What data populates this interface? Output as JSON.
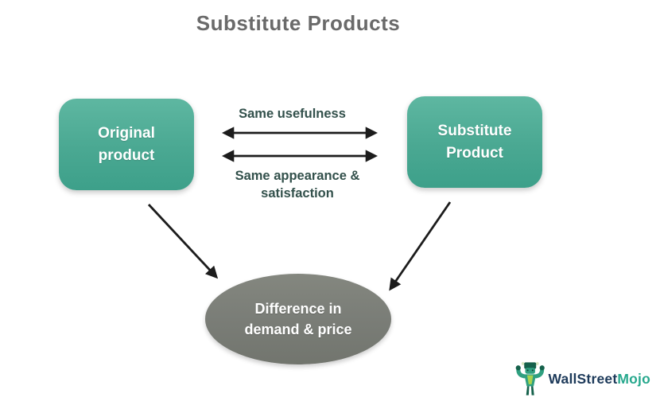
{
  "title": "Substitute Products",
  "boxes": {
    "original": {
      "label": "Original\nproduct"
    },
    "substitute": {
      "label": "Substitute\nProduct"
    }
  },
  "relations": {
    "top": "Same usefulness",
    "bottom": "Same appearance &\nsatisfaction"
  },
  "outcome": {
    "label": "Difference in\ndemand & price"
  },
  "logo": {
    "brand_primary": "WallStreet",
    "brand_accent": "Mojo"
  },
  "colors": {
    "box_teal": "#4aa892",
    "ellipse_gray": "#7b7e78",
    "title_gray": "#6a6a6a",
    "relation_label_teal": "#32504b",
    "arrow_black": "#1c1c1c",
    "logo_navy": "#1d3a5a",
    "logo_teal": "#27a88d",
    "logo_bull_green": "#2fa080",
    "logo_bull_light": "#a8d34f"
  }
}
